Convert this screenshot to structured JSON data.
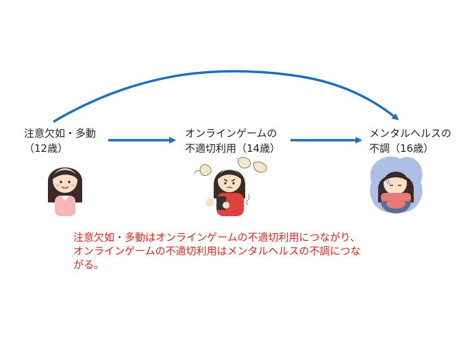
{
  "stages": [
    {
      "line1": "注意欠如・多動",
      "line2": "（12歳）"
    },
    {
      "line1": "オンラインゲームの",
      "line2": "不適切利用（14歳）"
    },
    {
      "line1": "メンタルヘルスの",
      "line2": "不調（16歳）"
    }
  ],
  "caption": {
    "line1": "注意欠如・多動はオンラインゲームの不適切利用につながり、",
    "line2": "オンラインゲームの不適切利用はメンタルヘルスの不調につな",
    "line3": "がる。"
  },
  "colors": {
    "arrow": "#1f6fbf",
    "caption": "#e0241c",
    "hair": "#3a2a2a",
    "skin": "#fbe0c8",
    "shirt_pink": "#f6b6b8",
    "shirt_red": "#e0413c",
    "cloud": "#aebfe6",
    "scarf": "#e77a78"
  },
  "icons": [
    "girl-happy-icon",
    "girl-gaming-stressed-icon",
    "girl-depressed-icon"
  ]
}
